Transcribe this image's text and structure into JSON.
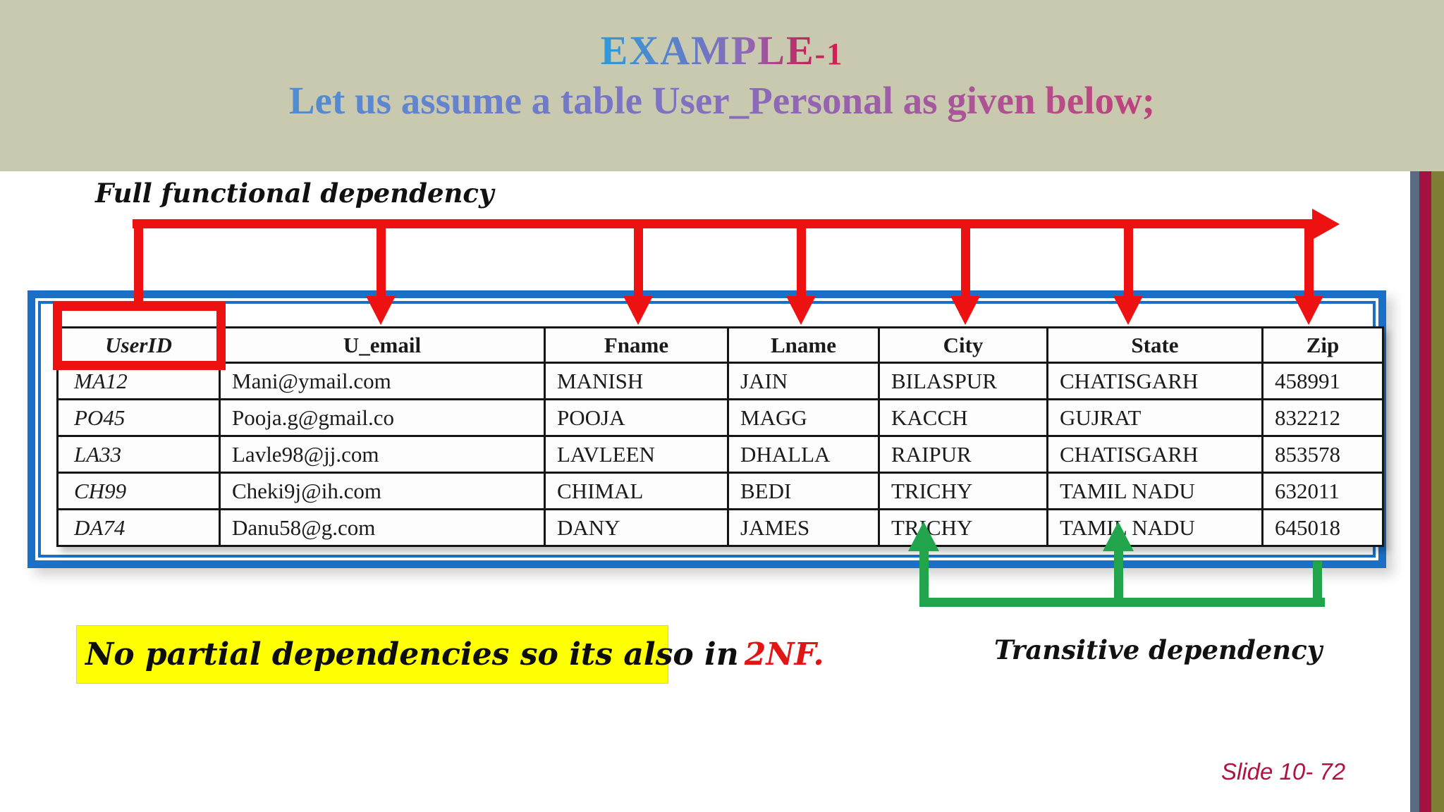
{
  "slide": {
    "header": {
      "title_main": "EXAMPLE",
      "title_suffix": "-1",
      "subtitle": "Let us assume a table User_Personal as given below;"
    },
    "annotations": {
      "full_dependency_label": "Full functional dependency",
      "transitive_dependency_label": "Transitive dependency",
      "note_text": "No partial dependencies so its also in",
      "note_highlight": "2NF.",
      "slide_number": "Slide 10- 72"
    },
    "table": {
      "headers": [
        "UserID",
        "U_email",
        "Fname",
        "Lname",
        "City",
        "State",
        "Zip"
      ],
      "rows": [
        [
          "MA12",
          "Mani@ymail.com",
          "MANISH",
          "JAIN",
          "BILASPUR",
          "CHATISGARH",
          "458991"
        ],
        [
          "PO45",
          "Pooja.g@gmail.co",
          "POOJA",
          "MAGG",
          "KACCH",
          "GUJRAT",
          "832212"
        ],
        [
          "LA33",
          "Lavle98@jj.com",
          "LAVLEEN",
          "DHALLA",
          "RAIPUR",
          "CHATISGARH",
          "853578"
        ],
        [
          "CH99",
          "Cheki9j@ih.com",
          "CHIMAL",
          "BEDI",
          "TRICHY",
          "TAMIL NADU",
          "632011"
        ],
        [
          "DA74",
          "Danu58@g.com",
          "DANY",
          "JAMES",
          "TRICHY",
          "TAMIL NADU",
          "645018"
        ]
      ]
    },
    "colors": {
      "header_bg": "#c8c9ae",
      "arrow_red": "#ee1111",
      "arrow_green": "#22a44c",
      "frame_blue": "#1a70c6",
      "note_bg": "#feff00",
      "note_highlight_color": "#e21414",
      "slide_number_color": "#b1133f",
      "title_gradient": [
        "#2e9ad8",
        "#8f68b8",
        "#d81f52"
      ],
      "side_stripes": [
        "#5b6a83",
        "#a21140",
        "#7f7e35"
      ]
    }
  }
}
